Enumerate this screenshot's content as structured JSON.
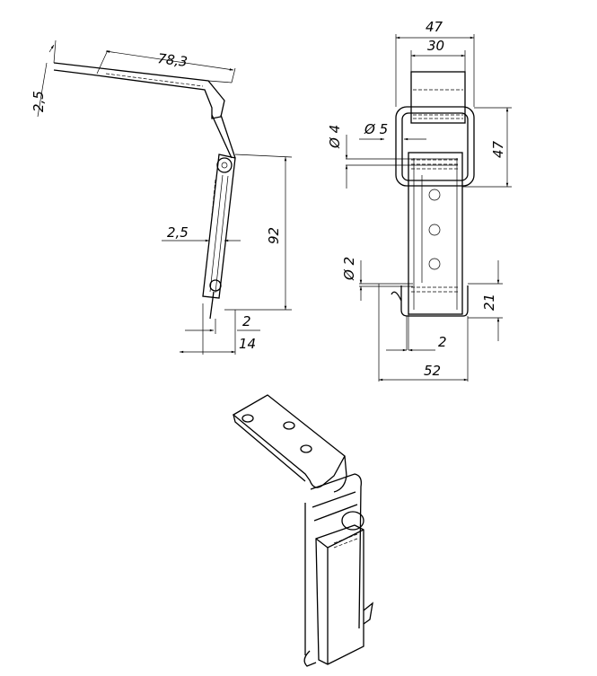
{
  "side_view": {
    "dims": {
      "length": "78,3",
      "thickness_top": "2,5",
      "thickness_mid": "2,5",
      "height": "92",
      "offset": "2",
      "depth": "14"
    }
  },
  "front_view": {
    "dims": {
      "width_outer": "47",
      "width_plate": "30",
      "dia_4": "Ø 4",
      "dia_5": "Ø 5",
      "loop_height": "47",
      "dia_2": "Ø 2",
      "hook_height": "21",
      "wire": "2",
      "width_total": "52"
    }
  }
}
